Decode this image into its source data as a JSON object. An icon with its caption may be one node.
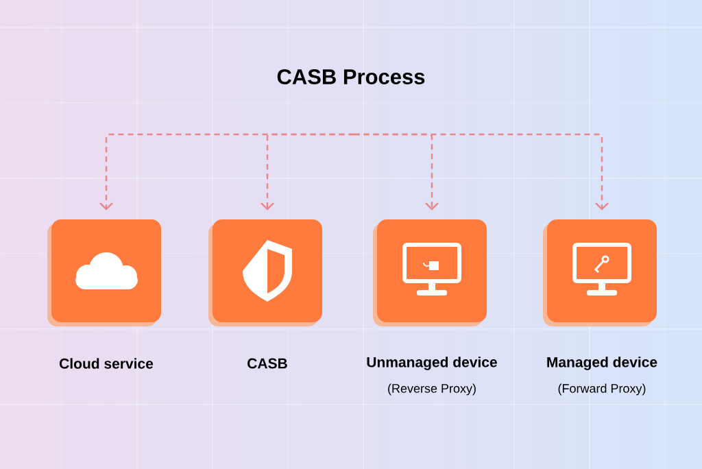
{
  "diagram": {
    "title": "CASB Process",
    "nodes": [
      {
        "text": [
          "Cloud service"
        ]
      },
      {
        "text": [
          "CASB"
        ]
      },
      {
        "text": [
          "Unmanaged device",
          "(Reverse Proxy)"
        ]
      },
      {
        "text": [
          "Managed device",
          "(Forward Proxy)"
        ]
      }
    ],
    "edges": [
      {
        "from": null,
        "to": 0,
        "arrow": "to",
        "style": "dashed"
      },
      {
        "from": null,
        "to": 1,
        "arrow": "to",
        "style": "dashed"
      },
      {
        "from": null,
        "to": 2,
        "arrow": "to",
        "style": "dashed"
      },
      {
        "from": null,
        "to": 3,
        "arrow": "to",
        "style": "dashed"
      }
    ]
  }
}
